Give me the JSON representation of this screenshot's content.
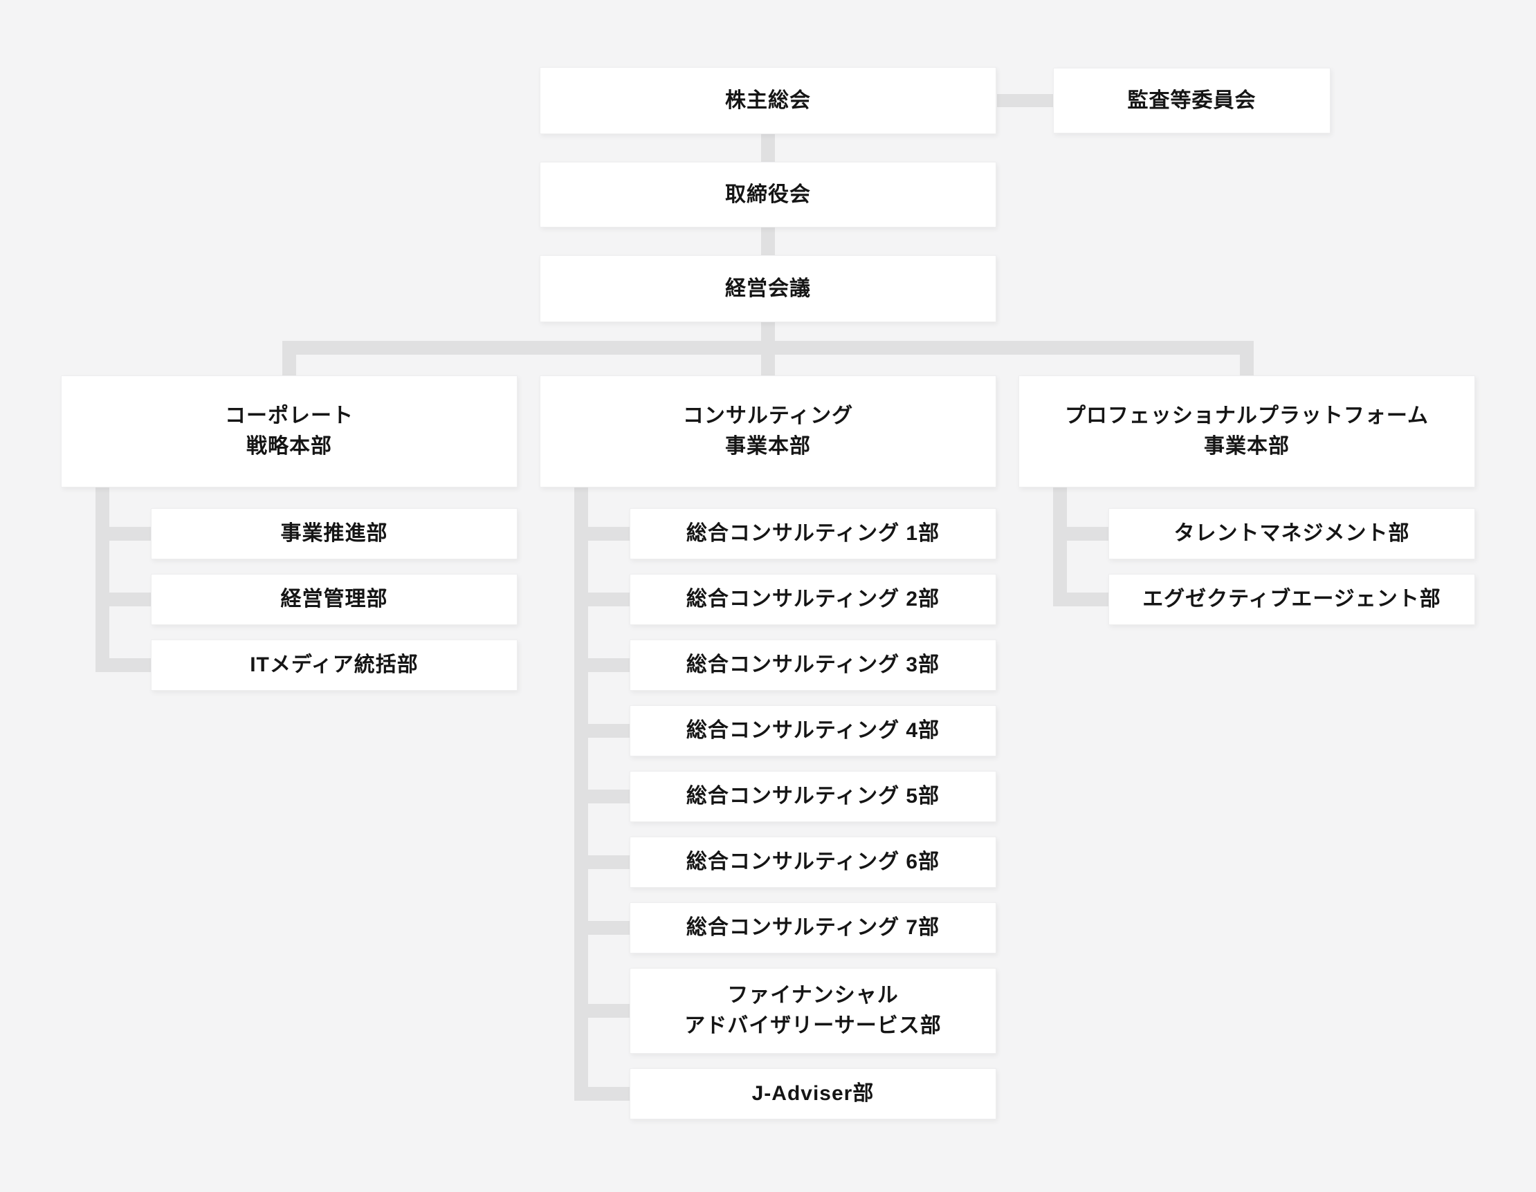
{
  "palette": {
    "background": "#f4f4f5",
    "box_fill": "#ffffff",
    "box_border": "#eeeeef",
    "connector": "#e0e0e1",
    "text": "#151515"
  },
  "nodes": {
    "shareholders": {
      "label": "株主総会"
    },
    "audit_committee": {
      "label": "監査等委員会"
    },
    "board": {
      "label": "取締役会"
    },
    "management_meeting": {
      "label": "経営会議"
    }
  },
  "divisions": [
    {
      "title": {
        "line1": "コーポレート",
        "line2": "戦略本部"
      },
      "departments": [
        {
          "line1": "事業推進部"
        },
        {
          "line1": "経営管理部"
        },
        {
          "line1": "ITメディア統括部"
        }
      ]
    },
    {
      "title": {
        "line1": "コンサルティング",
        "line2": "事業本部"
      },
      "departments": [
        {
          "line1": "総合コンサルティング 1部"
        },
        {
          "line1": "総合コンサルティング 2部"
        },
        {
          "line1": "総合コンサルティング 3部"
        },
        {
          "line1": "総合コンサルティング 4部"
        },
        {
          "line1": "総合コンサルティング 5部"
        },
        {
          "line1": "総合コンサルティング 6部"
        },
        {
          "line1": "総合コンサルティング 7部"
        },
        {
          "line1": "ファイナンシャル",
          "line2": "アドバイザリーサービス部"
        },
        {
          "line1": "J-Adviser部"
        }
      ]
    },
    {
      "title": {
        "line1": "プロフェッショナルプラットフォーム",
        "line2": "事業本部"
      },
      "departments": [
        {
          "line1": "タレントマネジメント部"
        },
        {
          "line1": "エグゼクティブエージェント部"
        }
      ]
    }
  ]
}
